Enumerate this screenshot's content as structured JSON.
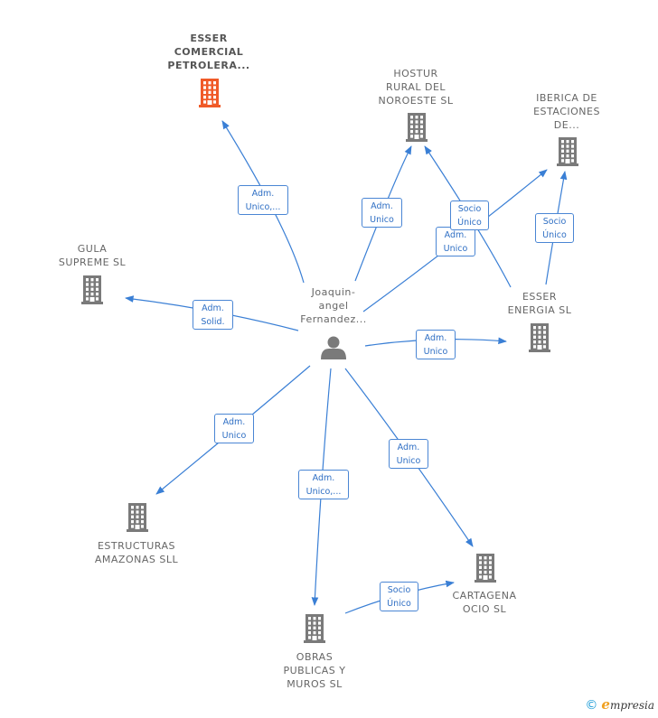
{
  "colors": {
    "edge": "#3a7fd5",
    "company": "#7a7a7a",
    "company_highlight": "#f05a28",
    "person": "#7a7a7a"
  },
  "center": {
    "label_lines": [
      "Joaquin-",
      "angel",
      "Fernandez..."
    ],
    "icon": "person-icon"
  },
  "nodes": [
    {
      "id": "esser-comercial",
      "label_lines": [
        "ESSER",
        "COMERCIAL",
        "PETROLERA..."
      ],
      "highlight": true,
      "icon": "building-icon"
    },
    {
      "id": "hostur",
      "label_lines": [
        "HOSTUR",
        "RURAL DEL",
        "NOROESTE SL"
      ],
      "highlight": false,
      "icon": "building-icon"
    },
    {
      "id": "iberica",
      "label_lines": [
        "IBERICA DE",
        "ESTACIONES",
        "DE..."
      ],
      "highlight": false,
      "icon": "building-icon"
    },
    {
      "id": "gula",
      "label_lines": [
        "GULA",
        "SUPREME  SL"
      ],
      "highlight": false,
      "icon": "building-icon"
    },
    {
      "id": "esser-energia",
      "label_lines": [
        "ESSER",
        "ENERGIA  SL"
      ],
      "highlight": false,
      "icon": "building-icon"
    },
    {
      "id": "estructuras",
      "label_lines": [
        "ESTRUCTURAS",
        "AMAZONAS SLL"
      ],
      "highlight": false,
      "icon": "building-icon"
    },
    {
      "id": "cartagena",
      "label_lines": [
        "CARTAGENA",
        "OCIO SL"
      ],
      "highlight": false,
      "icon": "building-icon"
    },
    {
      "id": "obras",
      "label_lines": [
        "OBRAS",
        "PUBLICAS Y",
        "MUROS SL"
      ],
      "highlight": false,
      "icon": "building-icon"
    }
  ],
  "edges": [
    {
      "from": "center",
      "to": "esser-comercial",
      "label_lines": [
        "Adm.",
        "Unico,..."
      ]
    },
    {
      "from": "center",
      "to": "hostur",
      "label_lines": [
        "Adm.",
        "Unico"
      ]
    },
    {
      "from": "center",
      "to": "iberica",
      "label_lines": [
        "Adm.",
        "Unico"
      ]
    },
    {
      "from": "esser-energia",
      "to": "hostur",
      "label_lines": [
        "Socio",
        "Único"
      ]
    },
    {
      "from": "esser-energia",
      "to": "iberica",
      "label_lines": [
        "Socio",
        "Único"
      ]
    },
    {
      "from": "center",
      "to": "gula",
      "label_lines": [
        "Adm.",
        "Solid."
      ]
    },
    {
      "from": "center",
      "to": "esser-energia",
      "label_lines": [
        "Adm.",
        "Unico"
      ]
    },
    {
      "from": "center",
      "to": "estructuras",
      "label_lines": [
        "Adm.",
        "Unico"
      ]
    },
    {
      "from": "center",
      "to": "obras",
      "label_lines": [
        "Adm.",
        "Unico,..."
      ]
    },
    {
      "from": "center",
      "to": "cartagena",
      "label_lines": [
        "Adm.",
        "Unico"
      ]
    },
    {
      "from": "obras",
      "to": "cartagena",
      "label_lines": [
        "Socio",
        "Único"
      ]
    }
  ],
  "footer": {
    "copyright": "©",
    "brand_initial": "e",
    "brand_rest": "mpresia"
  }
}
